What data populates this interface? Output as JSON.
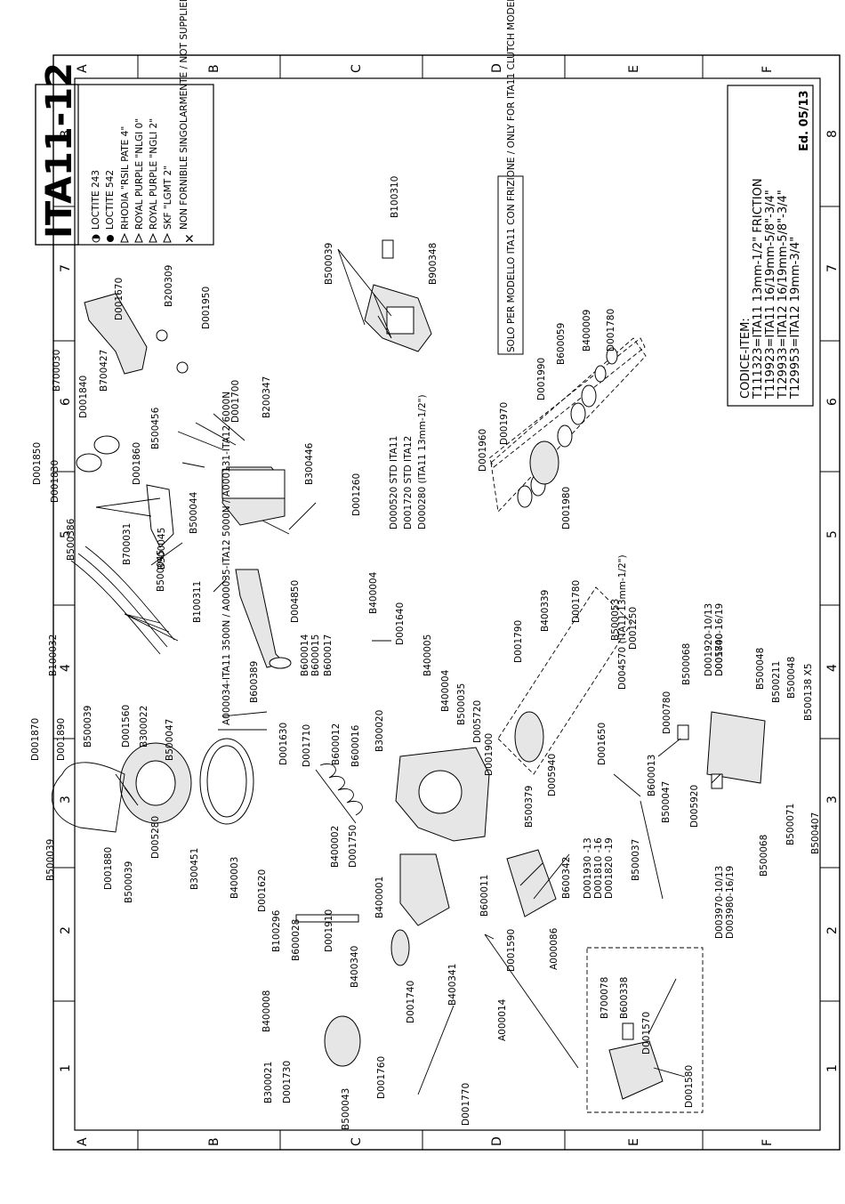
{
  "title": "ITA11-12",
  "edition": "Ed. 05/13",
  "grid": {
    "letters": [
      "A",
      "B",
      "C",
      "D",
      "E",
      "F"
    ],
    "numbers": [
      "1",
      "2",
      "3",
      "4",
      "5",
      "6",
      "7",
      "8"
    ]
  },
  "legend": [
    {
      "symbol": "half-circle-icon",
      "text": "LOCTITE 243"
    },
    {
      "symbol": "filled-circle-icon",
      "text": "LOCTITE 542"
    },
    {
      "symbol": "grease-1-icon",
      "text": "RHODIA \"RSIL PATE 4\""
    },
    {
      "symbol": "grease-2-icon",
      "text": "ROYAL PURPLE \"NLGI 0\""
    },
    {
      "symbol": "grease-3-icon",
      "text": "ROYAL PURPLE \"NGLI 2\""
    },
    {
      "symbol": "grease-4-icon",
      "text": "SKF \"LGMT 2\""
    },
    {
      "symbol": "cross-icon",
      "text": "NON FORNIBILE SINGOLARMENTE / NOT SUPPLIED ALONE"
    }
  ],
  "codice": {
    "header": "CODICE-ITEM:",
    "rows": [
      "T111323=ITA11  13mm-1/2\" FRICTION",
      "T119923=ITA11  16/19mm-5/8\"-3/4\"",
      "T129933=ITA12  16/19mm-5/8\"-3/4\"",
      "T129953=ITA12  19mm-3/4\""
    ]
  },
  "notes": {
    "clutch_model": "SOLO PER MODELLO ITA11 CON FRIZIONE / ONLY FOR ITA11 CLUTCH MODEL",
    "pressure": "A000034-ITA11 3500N / A000035-ITA12 5000N / A000131-ITA12 6000N",
    "d000520": "D000520 STD ITA11",
    "d001720": "D001720 STD ITA12",
    "d000280": "D000280 (ITA11 13mm-1/2\")",
    "d004570": "D004570 (ITA11 13mm-1/2\")",
    "d001250": "D001250",
    "d001930": "D001930 -13",
    "d001810": "D001810 -16",
    "d001820": "D001820 -19",
    "d001920": "D001920-10/13",
    "d001800": "D001800-16/19",
    "d003970": "D003970-10/13",
    "d003980": "D003980-16/19",
    "b500138": "B500138 X5"
  },
  "parts": [
    "B100032",
    "B500386",
    "B700031",
    "B500045",
    "B100311",
    "A000034",
    "B600389",
    "D004850",
    "B600014",
    "B600015",
    "B600017",
    "D001630",
    "D001710",
    "B600012",
    "B600016",
    "B300020",
    "B400002",
    "D001750",
    "B400001",
    "B600011",
    "B500379",
    "D005940",
    "D001900",
    "D005720",
    "B500035",
    "B400004",
    "B400005",
    "D001640",
    "B400004",
    "D001790",
    "B400339",
    "D001780",
    "B500053",
    "D001650",
    "D000780",
    "B500068",
    "D005740",
    "B500048",
    "B500211",
    "B500048",
    "D005920",
    "B500047",
    "B500068",
    "B500071",
    "B500407",
    "B600013",
    "B500037",
    "B600342",
    "A000086",
    "D001590",
    "A000014",
    "B400341",
    "D001740",
    "B400340",
    "B600028",
    "D001910",
    "B100296",
    "D001620",
    "B400003",
    "B300451",
    "D005280",
    "B500039",
    "D001880",
    "B500039",
    "D001870",
    "D001890",
    "B500039",
    "D001560",
    "B300022",
    "B500047",
    "B400008",
    "B300021",
    "D001730",
    "B500043",
    "D001760",
    "D001770",
    "B700078",
    "B600338",
    "D001570",
    "D001580",
    "D001960",
    "D001970",
    "D001990",
    "B600059",
    "B400009",
    "D001780",
    "D001980",
    "B500039",
    "B100310",
    "B900348",
    "B300446",
    "D001260",
    "B500044",
    "D001700",
    "B200347",
    "D001860",
    "D001850",
    "D001830",
    "D001840",
    "B500456",
    "B500045",
    "B700030",
    "B700427",
    "D001670",
    "B200309",
    "D001950"
  ]
}
